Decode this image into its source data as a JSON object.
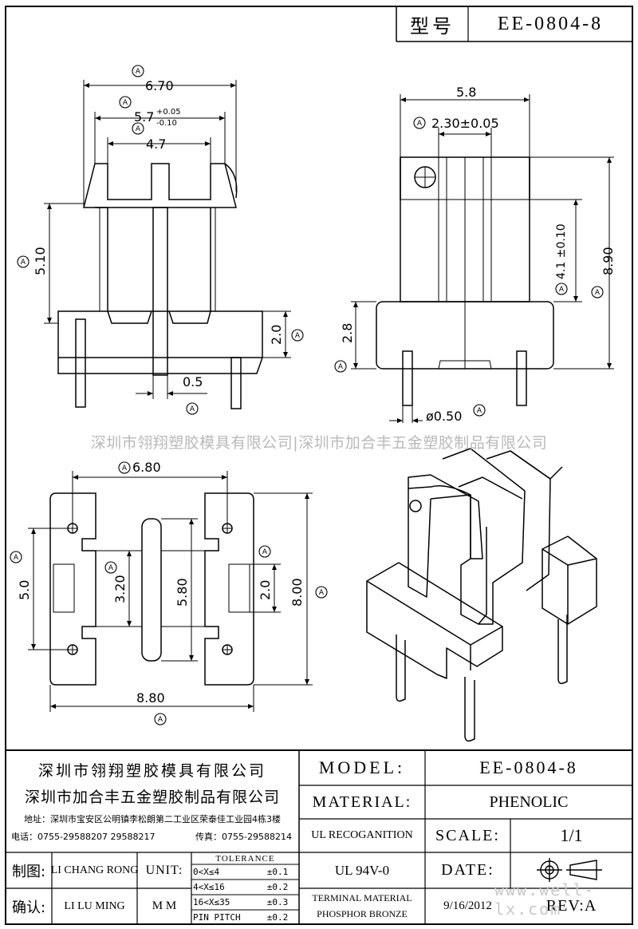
{
  "header": {
    "label": "型号",
    "model": "EE-0804-8"
  },
  "watermark": "深圳市翎翔塑胶模具有限公司|深圳市加合丰五金塑胶制品有限公司",
  "website": "www.well-lx.com",
  "dimensions": {
    "front": {
      "w670": "6.70",
      "w57": "5.7",
      "tol_plus": "+0.05",
      "tol_minus": "-0.10",
      "w47": "4.7",
      "h510": "5.10",
      "h20": "2.0",
      "pin05": "0.5"
    },
    "side": {
      "w58": "5.8",
      "w230": "2.30±0.05",
      "h41": "4.1 ±0.10",
      "h890": "8.90",
      "h28": "2.8",
      "pin050": "ø0.50"
    },
    "bottom": {
      "w680": "6.80",
      "h50": "5.0",
      "h320": "3.20",
      "h580": "5.80",
      "h20": "2.0",
      "h800": "8.00",
      "w880": "8.80"
    },
    "marker": "A"
  },
  "title_block": {
    "company1": "深圳市翎翔塑胶模具有限公司",
    "company2": "深圳市加合丰五金塑胶制品有限公司",
    "address": "地址：深圳市宝安区公明镇李松朗第二工业区荣泰佳工业园4栋3楼",
    "phone": "电话：0755-29588207  29588217",
    "fax": "传真：0755-29588214",
    "drawn_label": "制图:",
    "drawn_by": "LI CHANG RONG",
    "check_label": "确认:",
    "checked_by": "LI LU MING",
    "unit_label": "UNIT:",
    "unit": "M M",
    "tolerance_title": "TOLERANCE",
    "tolerances": [
      {
        "range": "0<X≤4",
        "value": "±0.1"
      },
      {
        "range": "4<X≤16",
        "value": "±0.2"
      },
      {
        "range": "16<X≤35",
        "value": "±0.3"
      },
      {
        "range": "PIN PITCH",
        "value": "±0.2"
      }
    ],
    "model_label": "MODEL:",
    "model_value": "EE-0804-8",
    "material_label": "MATERIAL:",
    "material_value": "PHENOLIC",
    "ul_label": "UL RECOGANITION",
    "scale_label": "SCALE:",
    "scale_value": "1/1",
    "ul_value": "UL 94V-0",
    "date_label": "DATE:",
    "terminal_line1": "TERMINAL MATERIAL",
    "terminal_line2": "PHOSPHOR  BRONZE",
    "date_value": "9/16/2012",
    "rev_label": "REV:",
    "rev_value": "A"
  }
}
